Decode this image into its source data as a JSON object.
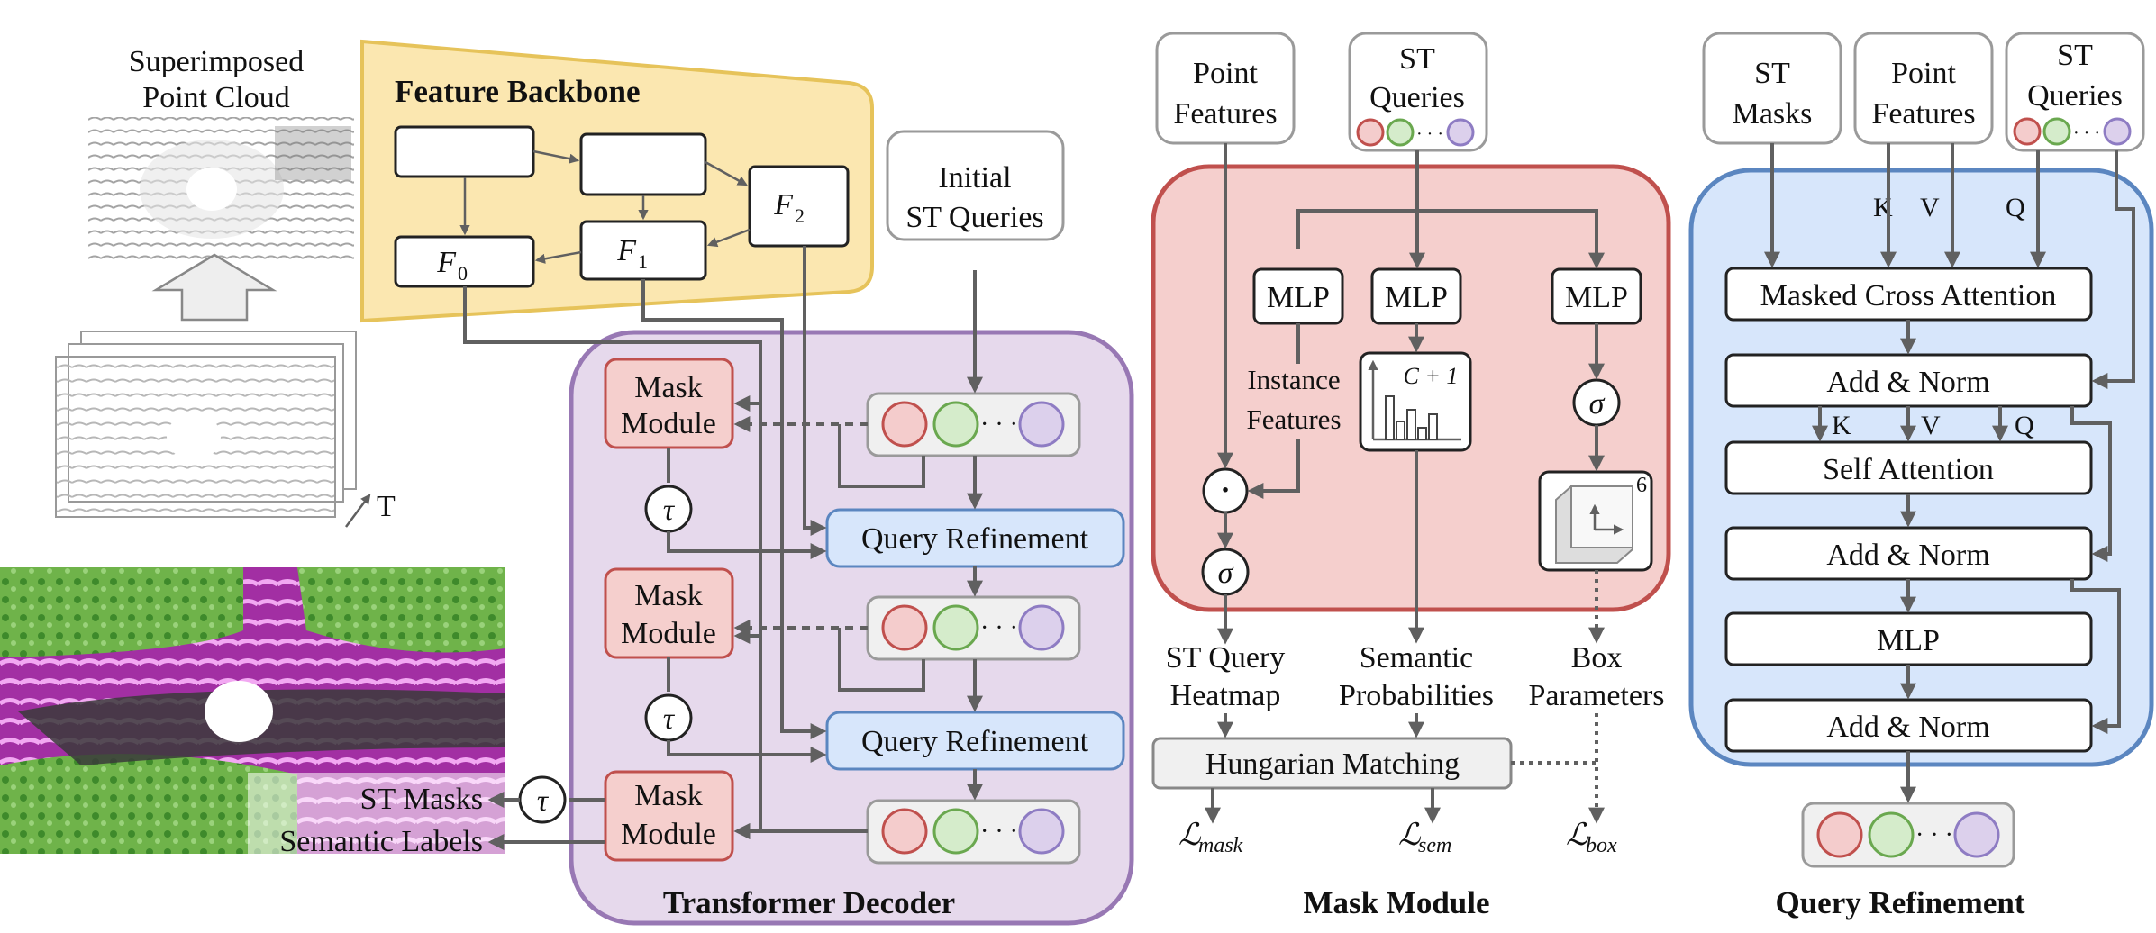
{
  "colors": {
    "backbone_fill": "#fbe7b0",
    "backbone_stroke": "#e6c35a",
    "decoder_fill": "#e6d9ec",
    "decoder_stroke": "#9878b4",
    "mask_fill": "#f5cfcd",
    "mask_stroke": "#c0504d",
    "refine_fill": "#d7e6fb",
    "refine_stroke": "#5b86c0",
    "query_red": "#f4cccc",
    "query_green": "#d5eccb",
    "query_purple": "#dcd0ec",
    "arrow": "#606060"
  },
  "left": {
    "superimposed_line1": "Superimposed",
    "superimposed_line2": "Point Cloud",
    "time_label": "T",
    "st_masks": "ST Masks",
    "semantic_labels": "Semantic Labels"
  },
  "backbone": {
    "title": "Feature Backbone",
    "f0": "F",
    "f0_sub": "0",
    "f1": "F",
    "f1_sub": "1",
    "f2": "F",
    "f2_sub": "2"
  },
  "decoder": {
    "title": "Transformer Decoder",
    "initial_line1": "Initial",
    "initial_line2": "ST Queries",
    "mask_module_line1": "Mask",
    "mask_module_line2": "Module",
    "tau": "τ",
    "query_refinement": "Query Refinement",
    "dots": "· · ·"
  },
  "mask_module": {
    "title": "Mask Module",
    "point_features_line1": "Point",
    "point_features_line2": "Features",
    "st_queries_line1": "ST",
    "st_queries_line2": "Queries",
    "mlp": "MLP",
    "instance_line1": "Instance",
    "instance_line2": "Features",
    "class_count": "C + 1",
    "sigma": "σ",
    "dot_op": "·",
    "box_dim": "6",
    "out_heatmap_line1": "ST Query",
    "out_heatmap_line2": "Heatmap",
    "out_semantic_line1": "Semantic",
    "out_semantic_line2": "Probabilities",
    "out_box_line1": "Box",
    "out_box_line2": "Parameters",
    "hungarian": "Hungarian Matching",
    "loss_symbol": "ℒ",
    "loss_mask": "mask",
    "loss_sem": "sem",
    "loss_box": "box"
  },
  "query_refinement": {
    "title": "Query Refinement",
    "st_masks_line1": "ST",
    "st_masks_line2": "Masks",
    "point_features_line1": "Point",
    "point_features_line2": "Features",
    "st_queries_line1": "ST",
    "st_queries_line2": "Queries",
    "k": "K",
    "v": "V",
    "q": "Q",
    "masked_cross_attention": "Masked Cross Attention",
    "add_norm": "Add & Norm",
    "self_attention": "Self Attention",
    "mlp": "MLP"
  }
}
